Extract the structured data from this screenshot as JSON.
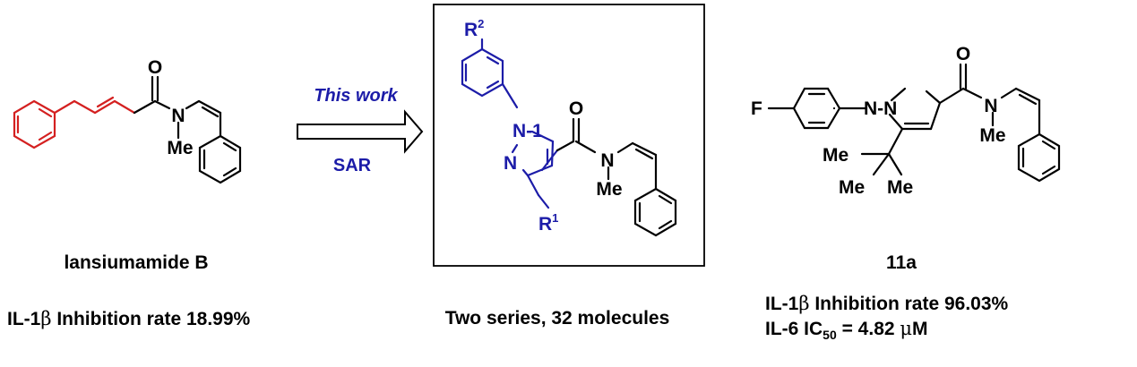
{
  "colors": {
    "bond": "#000000",
    "highlight_red": "#d42020",
    "highlight_blue": "#1c1ca8"
  },
  "atoms": {
    "O": "O",
    "N": "N",
    "Me": "Me",
    "F": "F",
    "R": "R",
    "R1_sup": "1",
    "R2_sup": "2"
  },
  "left_panel": {
    "name": "lansiumamide B",
    "activity_prefix": "IL-1",
    "activity_greek": "β",
    "activity_suffix": " Inhibition rate 18.99%"
  },
  "arrow": {
    "top_label": "This work",
    "bottom_label": "SAR"
  },
  "middle_panel": {
    "caption": "Two series, 32 molecules"
  },
  "right_panel": {
    "name": "11a",
    "line1_prefix": "IL-1",
    "line1_greek": "β",
    "line1_suffix": " Inhibition rate 96.03%",
    "line2_prefix": "IL-6  IC",
    "line2_sub": "50",
    "line2_mid": " = 4.82 ",
    "line2_greek": "μ",
    "line2_suffix": "M"
  }
}
